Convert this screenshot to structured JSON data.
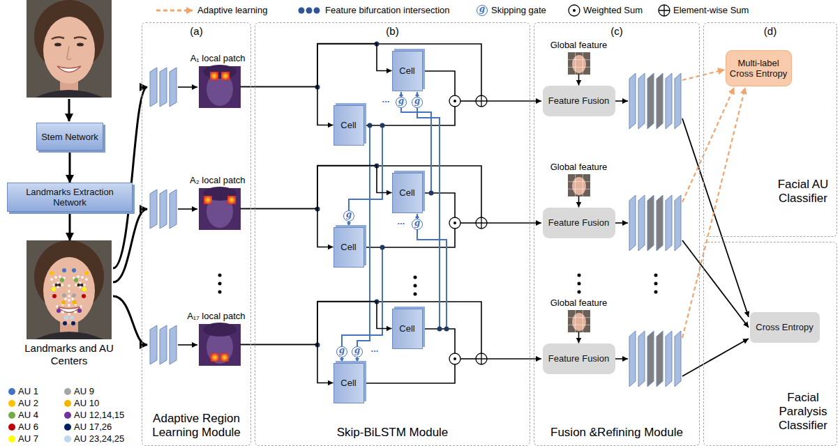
{
  "diagram": {
    "nodes": [
      {
        "text": [
          "Stem Network"
        ]
      },
      {
        "text": [
          "Landmarks Extraction Network"
        ]
      },
      {
        "text": [
          "Landmarks and AU Centers"
        ]
      },
      {
        "text": [
          "(a)",
          "Adaptive Region Learning Module"
        ]
      },
      {
        "text": [
          "A₁ local patch"
        ],
        "in": 3
      },
      {
        "text": [
          "A₂ local patch"
        ],
        "in": 3
      },
      {
        "text": [
          "A₁₇ local patch"
        ],
        "in": 3
      },
      {
        "text": [
          "(b)",
          "Skip-BiLSTM Module"
        ]
      },
      {
        "text": [
          "Cell"
        ],
        "in": 7
      },
      {
        "text": [
          "Cell"
        ],
        "in": 7
      },
      {
        "text": [
          "Cell"
        ],
        "in": 7
      },
      {
        "text": [
          "Cell"
        ],
        "in": 7
      },
      {
        "text": [
          "Cell"
        ],
        "in": 7
      },
      {
        "text": [
          "Cell"
        ],
        "in": 7
      },
      {
        "text": [
          "(c)",
          "Fusion &Refining Module"
        ]
      },
      {
        "text": [
          "Global feature"
        ],
        "in": 14
      },
      {
        "text": [
          "Feature Fusion"
        ],
        "in": 14
      },
      {
        "text": [
          "Global feature"
        ],
        "in": 14
      },
      {
        "text": [
          "Feature Fusion"
        ],
        "in": 14
      },
      {
        "text": [
          "Global feature"
        ],
        "in": 14
      },
      {
        "text": [
          "Feature Fusion"
        ],
        "in": 14
      },
      {
        "text": [
          "(d)",
          "Facial AU Classifier"
        ]
      },
      {
        "text": [
          "Multi-label Cross Entropy"
        ],
        "in": 21
      },
      {
        "text": [
          "Facial Paralysis Classifier"
        ]
      },
      {
        "text": [
          "Cross Entropy"
        ],
        "in": 23
      }
    ],
    "edges": [
      {
        "from": 0,
        "to": 1,
        "arrow": "to"
      },
      {
        "from": 1,
        "to": 2,
        "arrow": "to"
      },
      {
        "from": 4,
        "to": 8,
        "arrow": "to"
      },
      {
        "from": 4,
        "to": 9,
        "arrow": "to"
      },
      {
        "from": 5,
        "to": 10,
        "arrow": "to"
      },
      {
        "from": 5,
        "to": 11,
        "arrow": "to"
      },
      {
        "from": 6,
        "to": 12,
        "arrow": "to"
      },
      {
        "from": 6,
        "to": 13,
        "arrow": "to"
      },
      {
        "from": 15,
        "to": 16,
        "arrow": "to"
      },
      {
        "from": 17,
        "to": 18,
        "arrow": "to"
      },
      {
        "from": 19,
        "to": 20,
        "arrow": "to"
      }
    ],
    "labels": [
      "g",
      "g",
      "g",
      "g",
      "g",
      "g",
      "g",
      "...",
      "...",
      "..."
    ],
    "legend": [
      {
        "text": "Adaptive learning"
      },
      {
        "text": "Feature bifurcation intersection"
      },
      {
        "text": "Skipping gate"
      },
      {
        "text": "Weighted Sum"
      },
      {
        "text": "Element-wise Sum"
      },
      {
        "text": "AU 1",
        "color": "#4472c4"
      },
      {
        "text": "AU 2",
        "color": "#ffc000"
      },
      {
        "text": "AU 4",
        "color": "#70ad47"
      },
      {
        "text": "AU 6",
        "color": "#c00000"
      },
      {
        "text": "AU 7",
        "color": "#ffff00"
      },
      {
        "text": "AU 9",
        "color": "#a6a6a6"
      },
      {
        "text": "AU 10",
        "color": "#f4b400"
      },
      {
        "text": "AU 12,14,15",
        "color": "#7030a0"
      },
      {
        "text": "AU 17,26",
        "color": "#002060"
      },
      {
        "text": "AU 23,24,25",
        "color": "#bdd7ee"
      }
    ]
  }
}
